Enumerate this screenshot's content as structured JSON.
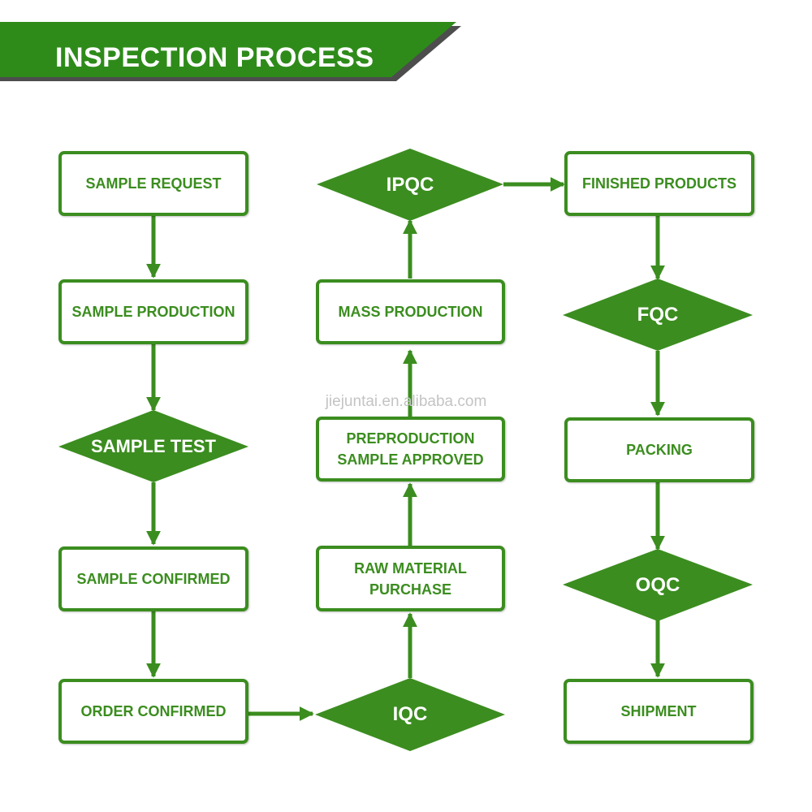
{
  "header": {
    "title": "INSPECTION PROCESS"
  },
  "colors": {
    "accent": "#3b8d1f",
    "banner": "#2e8b1a",
    "banner_edge": "#4d4d4d"
  },
  "steps": {
    "sample_request": "SAMPLE REQUEST",
    "sample_production": "SAMPLE PRODUCTION",
    "sample_test": "SAMPLE TEST",
    "sample_confirmed": "SAMPLE CONFIRMED",
    "order_confirmed": "ORDER CONFIRMED",
    "iqc": "IQC",
    "raw_material_purchase": "RAW MATERIAL\nPURCHASE",
    "preproduction_sample_approved": "PREPRODUCTION\nSAMPLE APPROVED",
    "mass_production": "MASS PRODUCTION",
    "ipqc": "IPQC",
    "finished_products": "FINISHED PRODUCTS",
    "fqc": "FQC",
    "packing": "PACKING",
    "oqc": "OQC",
    "shipment": "SHIPMENT"
  },
  "watermark": "jiejuntai.en.alibaba.com"
}
